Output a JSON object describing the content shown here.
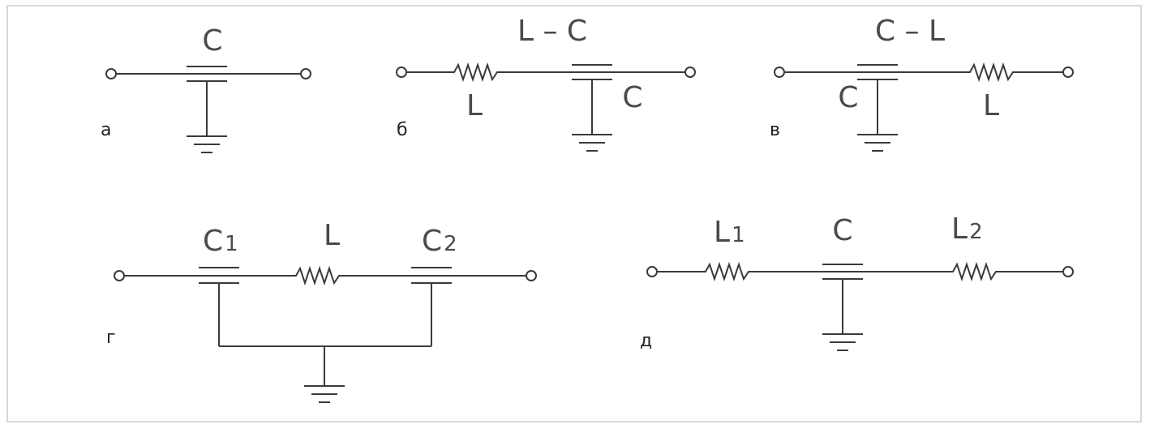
{
  "panels": {
    "a": {
      "tag": "а",
      "cap_label": "C"
    },
    "b": {
      "tag": "б",
      "title": "L – C",
      "ind_label": "L",
      "cap_label": "C"
    },
    "v": {
      "tag": "в",
      "title": "C – L",
      "cap_label": "C",
      "ind_label": "L"
    },
    "g": {
      "tag": "г",
      "c1_main": "C",
      "c1_sub": "1",
      "ind_label": "L",
      "c2_main": "C",
      "c2_sub": "2"
    },
    "d": {
      "tag": "д",
      "l1_main": "L",
      "l1_sub": "1",
      "cap_label": "C",
      "l2_main": "L",
      "l2_sub": "2"
    }
  },
  "colors": {
    "wire": "#3a3a3a",
    "label": "#4a4a4a",
    "border": "#d8d8d8"
  }
}
